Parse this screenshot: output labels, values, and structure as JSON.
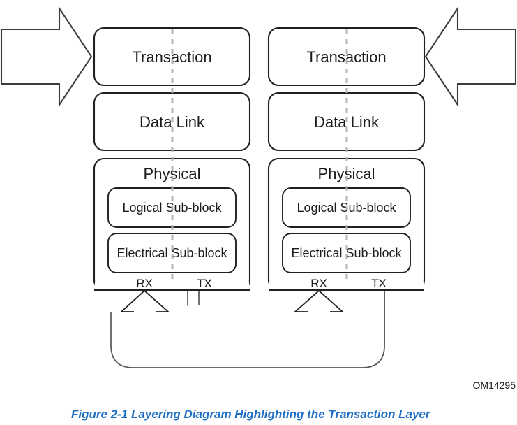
{
  "figure": {
    "om_number": "OM14295",
    "caption": "Figure  2-1  Layering Diagram Highlighting the Transaction Layer",
    "caption_color": "#1f6fc4"
  },
  "colors": {
    "box_stroke": "#231f20",
    "divider": "#b3b3b3",
    "connector": "#58585a",
    "arrow_stroke": "#3d3d3d",
    "text": "#1c1c1c",
    "background": "#ffffff"
  },
  "stacks": [
    {
      "id": "left",
      "layers": [
        {
          "id": "transaction",
          "label": "Transaction"
        },
        {
          "id": "data-link",
          "label": "Data Link"
        },
        {
          "id": "physical",
          "label": "Physical",
          "sub_blocks": [
            {
              "id": "logical-sub-block",
              "label": "Logical Sub-block"
            },
            {
              "id": "electrical-sub-block",
              "label": "Electrical Sub-block"
            }
          ],
          "ports": [
            {
              "id": "rx",
              "label": "RX"
            },
            {
              "id": "tx",
              "label": "TX"
            }
          ]
        }
      ]
    },
    {
      "id": "right",
      "layers": [
        {
          "id": "transaction",
          "label": "Transaction"
        },
        {
          "id": "data-link",
          "label": "Data Link"
        },
        {
          "id": "physical",
          "label": "Physical",
          "sub_blocks": [
            {
              "id": "logical-sub-block",
              "label": "Logical Sub-block"
            },
            {
              "id": "electrical-sub-block",
              "label": "Electrical Sub-block"
            }
          ],
          "ports": [
            {
              "id": "rx",
              "label": "RX"
            },
            {
              "id": "tx",
              "label": "TX"
            }
          ]
        }
      ]
    }
  ],
  "links": [
    {
      "id": "left-tx-to-right-rx",
      "from": "left.tx",
      "to": "right.rx"
    },
    {
      "id": "right-tx-to-left-rx",
      "from": "right.tx",
      "to": "left.rx"
    }
  ],
  "big_arrows": [
    {
      "id": "inbound-left",
      "direction": "right"
    },
    {
      "id": "inbound-right",
      "direction": "left"
    }
  ]
}
